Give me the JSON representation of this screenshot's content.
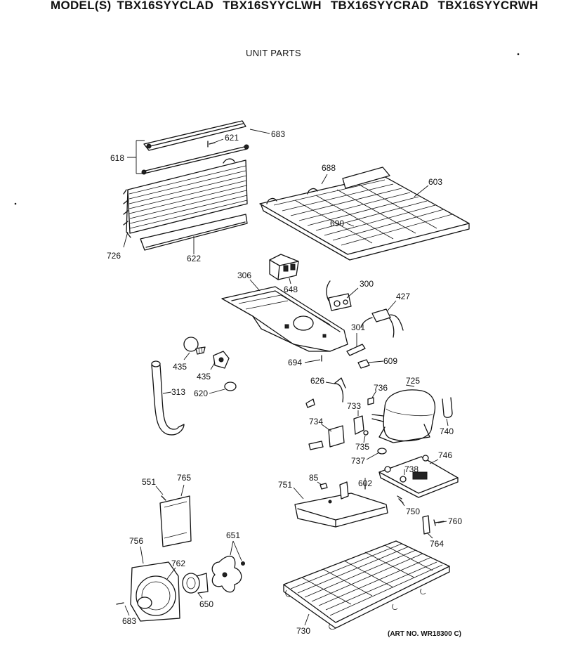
{
  "header": {
    "prefix": "MODEL(S)",
    "models": [
      "TBX16SYYCLAD",
      "TBX16SYYCLWH",
      "TBX16SYYCRAD",
      "TBX16SYYCRWH"
    ]
  },
  "subtitle": "UNIT PARTS",
  "art_number": "(ART NO. WR18300 C)",
  "parts": {
    "p683a": "683",
    "p621": "621",
    "p618": "618",
    "p688": "688",
    "p603": "603",
    "p726": "726",
    "p622": "622",
    "p690": "690",
    "p306": "306",
    "p648": "648",
    "p300": "300",
    "p427": "427",
    "p301": "301",
    "p435a": "435",
    "p435b": "435",
    "p694": "694",
    "p609": "609",
    "p313": "313",
    "p620": "620",
    "p626": "626",
    "p736": "736",
    "p725": "725",
    "p733": "733",
    "p734": "734",
    "p740": "740",
    "p735": "735",
    "p737": "737",
    "p746": "746",
    "p738": "738",
    "p551": "551",
    "p765": "765",
    "p85": "85",
    "p602": "602",
    "p751": "751",
    "p750": "750",
    "p760": "760",
    "p764": "764",
    "p651": "651",
    "p756": "756",
    "p762": "762",
    "p650": "650",
    "p683b": "683",
    "p730": "730"
  }
}
